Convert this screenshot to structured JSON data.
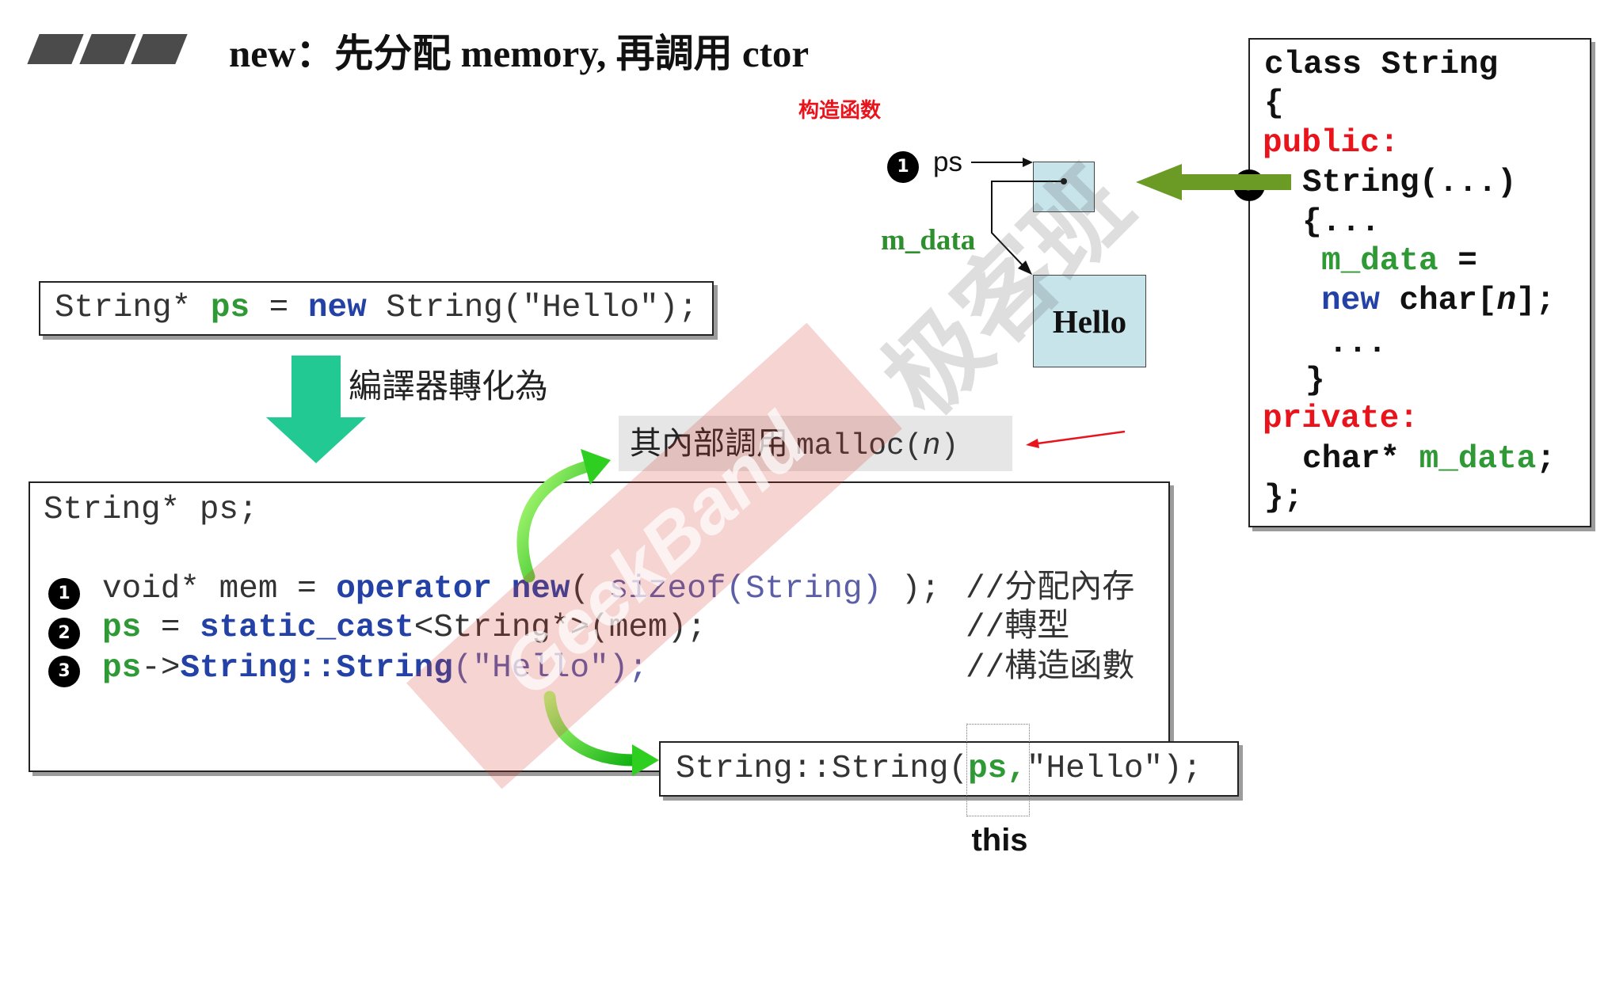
{
  "title": "new：先分配 memory, 再調用 ctor",
  "note_red": "构造函数",
  "diagram": {
    "badge_ps": "1",
    "ps_label": "ps",
    "member_label": "m_data",
    "heap_value": "Hello",
    "badge_ctor": "3"
  },
  "source_statement": [
    "String* ",
    "ps",
    " = ",
    "new",
    " String(\"Hello\");"
  ],
  "compile_label": "編譯器轉化為",
  "malloc_note": {
    "prefix": "其內部調用",
    "code": [
      "malloc(",
      "n",
      ")"
    ]
  },
  "expanded_code": {
    "decl": "String* ps;",
    "lines": [
      {
        "badge": "1",
        "tokens": [
          "void* mem = ",
          "operator new",
          "( ",
          "sizeof(String)",
          " );"
        ],
        "comment": "//分配內存"
      },
      {
        "badge": "2",
        "tokens": [
          "ps",
          " = ",
          "static_cast",
          "<String*>(mem);"
        ],
        "comment": "//轉型"
      },
      {
        "badge": "3",
        "tokens": [
          "ps",
          "->",
          "String::String",
          "(\"Hello\");"
        ],
        "comment": "//構造函數"
      }
    ]
  },
  "ctor_call": {
    "tokens": [
      "String::String(",
      "ps,",
      "\"Hello\");"
    ],
    "this_label": "this"
  },
  "class_def": {
    "lines": [
      [
        "class String"
      ],
      [
        "{"
      ],
      [
        "public:"
      ],
      [
        "String(...)"
      ],
      [
        "{..."
      ],
      [
        "m_data",
        " ="
      ],
      [
        "new",
        " char[",
        "n",
        "];"
      ],
      [
        "..."
      ],
      [
        "}"
      ],
      [
        "private:"
      ],
      [
        "char* ",
        "m_data",
        ";"
      ],
      [
        "};"
      ]
    ]
  },
  "watermark": {
    "brand": "GeekBand",
    "cn": "极客班"
  },
  "colors": {
    "keyword": "#2441a6",
    "variable": "#2f9a35",
    "string": "#5c5ea8",
    "access_specifier": "#e8131b",
    "compile_arrow": "#22c993",
    "ctor_arrow": "#6b9b25",
    "memory_box_fill": "#c6e4ea"
  }
}
